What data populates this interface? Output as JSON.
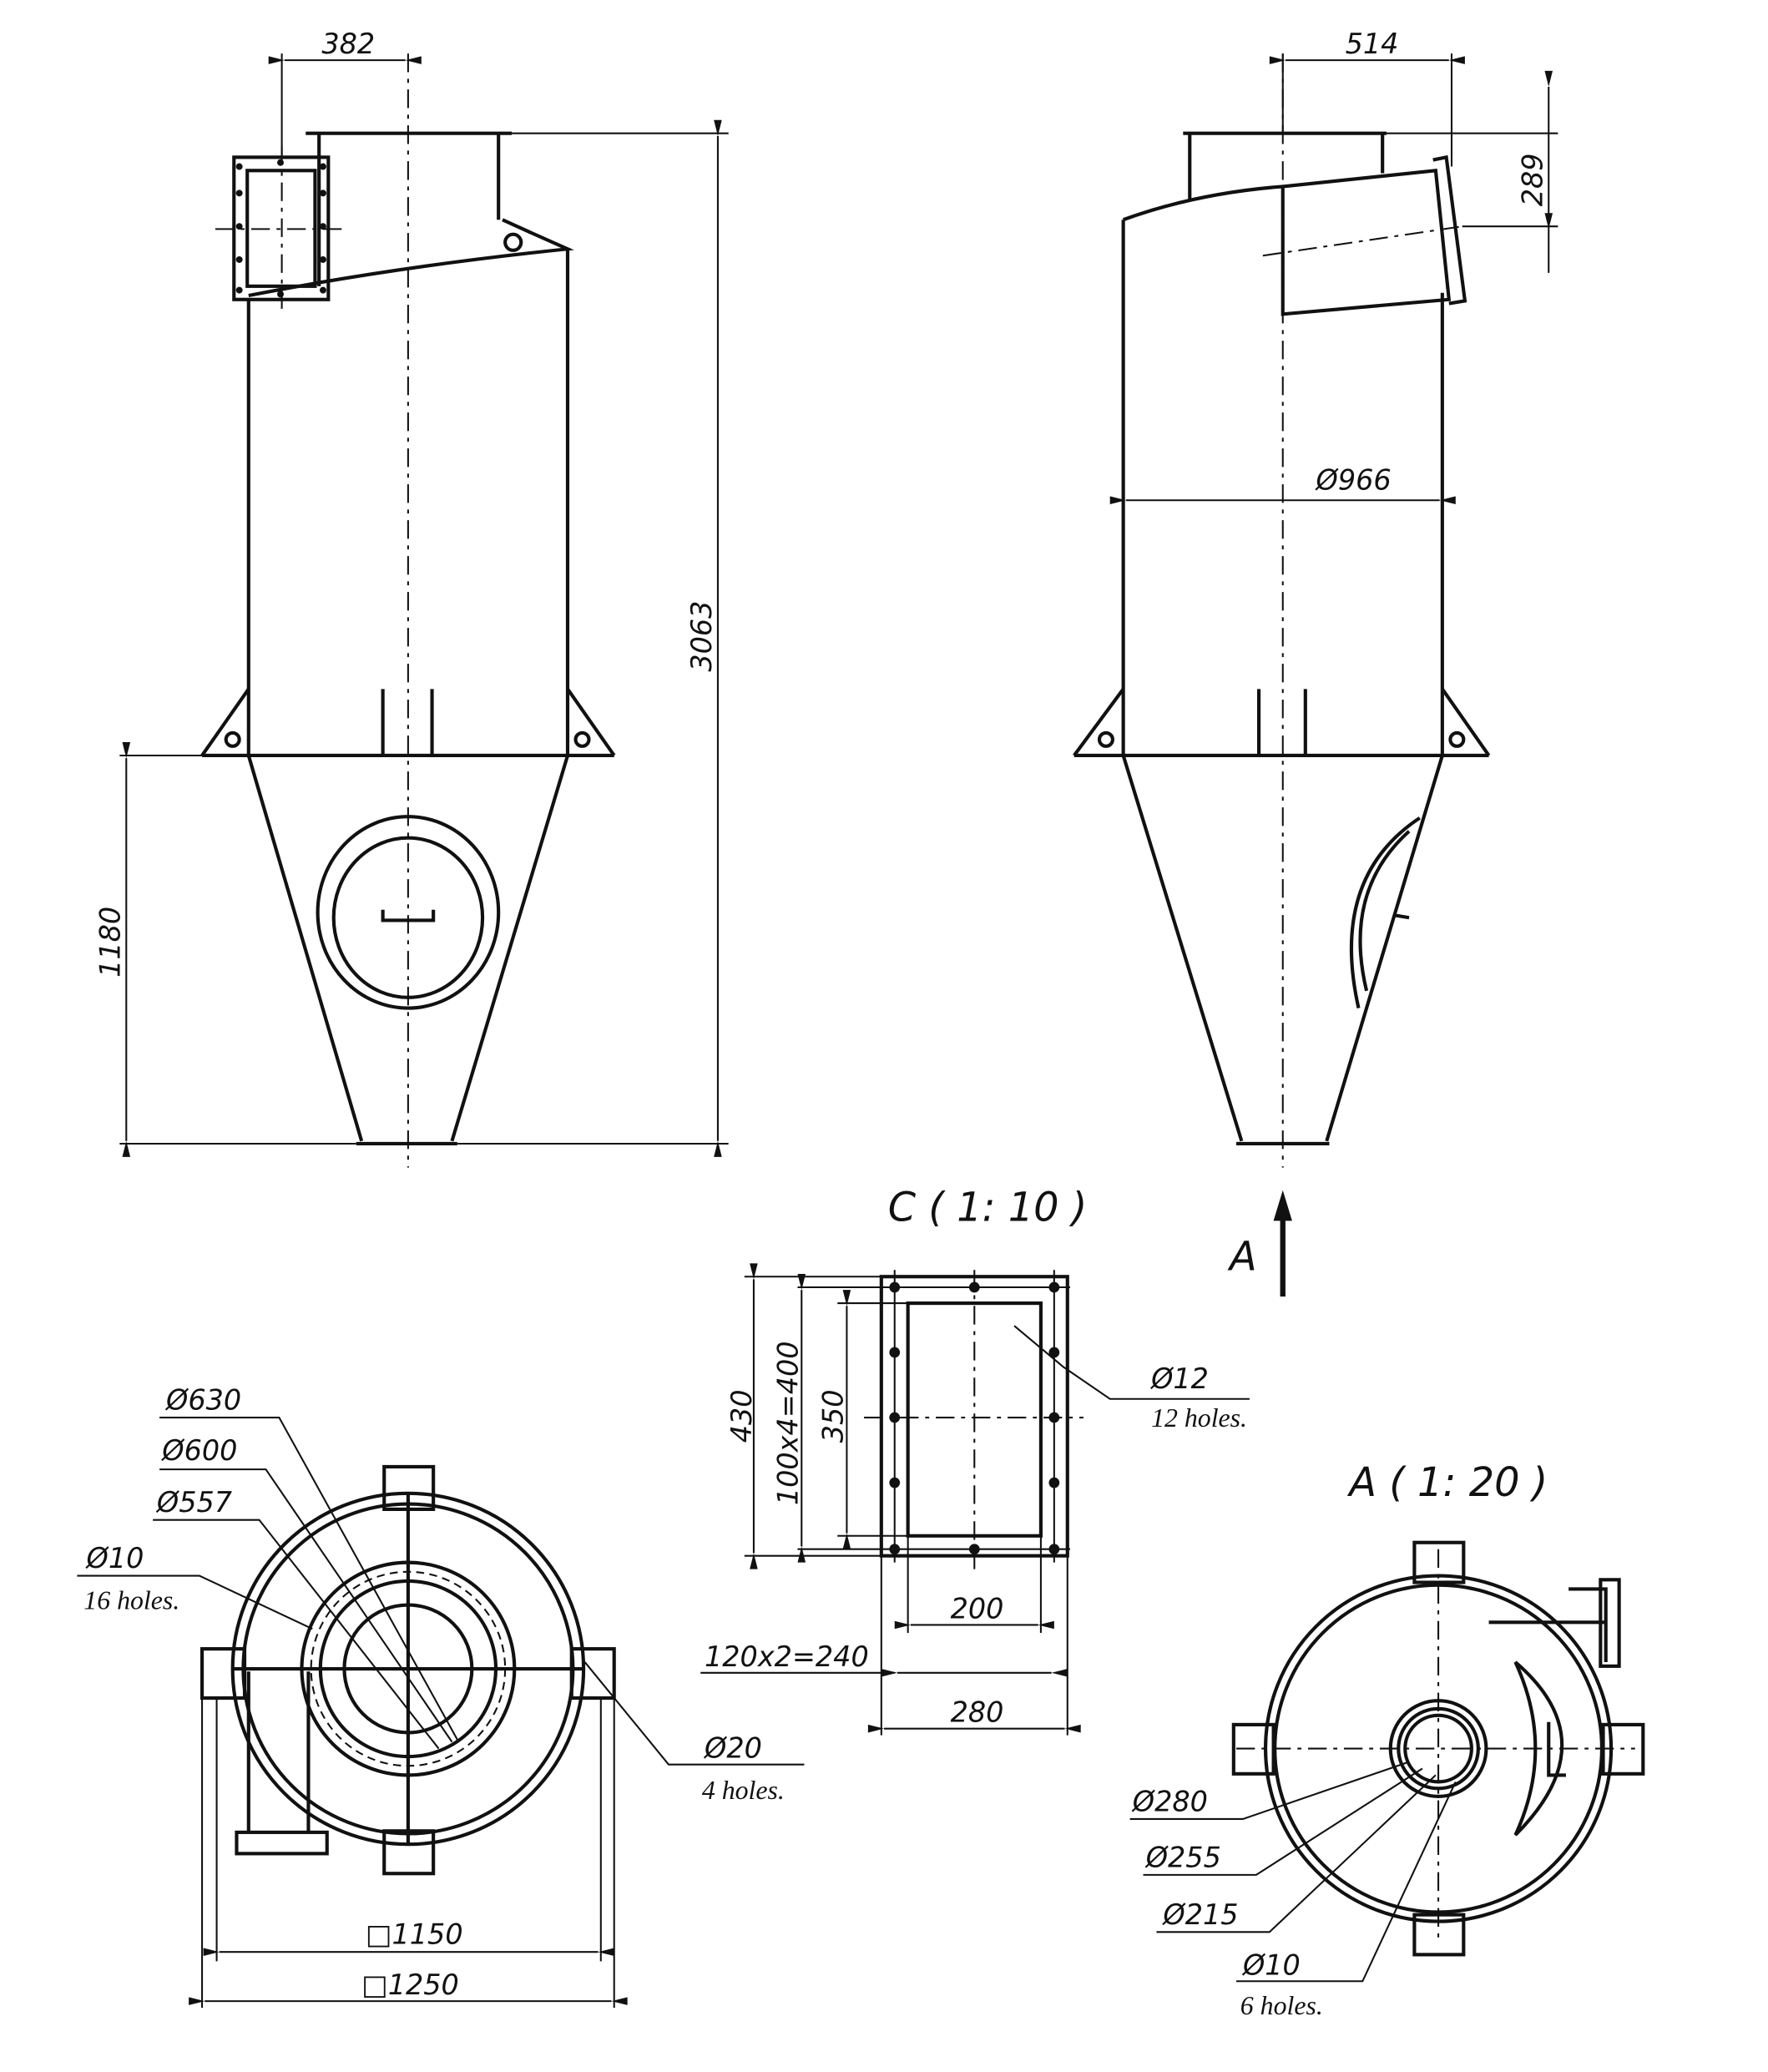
{
  "front_view": {
    "dim_inlet_offset": "382",
    "dim_total_height": "3063",
    "dim_cone_height": "1180"
  },
  "side_view": {
    "dim_inlet_offset": "514",
    "dim_inlet_height": "289",
    "dim_diameter": "Ø966",
    "view_arrow_label": "A"
  },
  "detail_c": {
    "title": "C ( 1: 10 )",
    "dim_outer_height": "430",
    "dim_hole_pitch_v": "100x4=400",
    "dim_inner_height": "350",
    "dim_inner_width": "200",
    "dim_hole_pitch_h": "120x2=240",
    "dim_outer_width": "280",
    "hole_dia": "Ø12",
    "hole_count": "12 holes."
  },
  "plan_view": {
    "dia_630": "Ø630",
    "dia_600": "Ø600",
    "dia_557": "Ø557",
    "hole_dia": "Ø10",
    "hole_count": "16 holes.",
    "lug_hole_dia": "Ø20",
    "lug_hole_count": "4  holes.",
    "square_1150": "□1150",
    "square_1250": "□1250"
  },
  "view_a": {
    "title": "A ( 1: 20 )",
    "dia_280": "Ø280",
    "dia_255": "Ø255",
    "dia_215": "Ø215",
    "hole_dia": "Ø10",
    "hole_count": "6 holes."
  }
}
